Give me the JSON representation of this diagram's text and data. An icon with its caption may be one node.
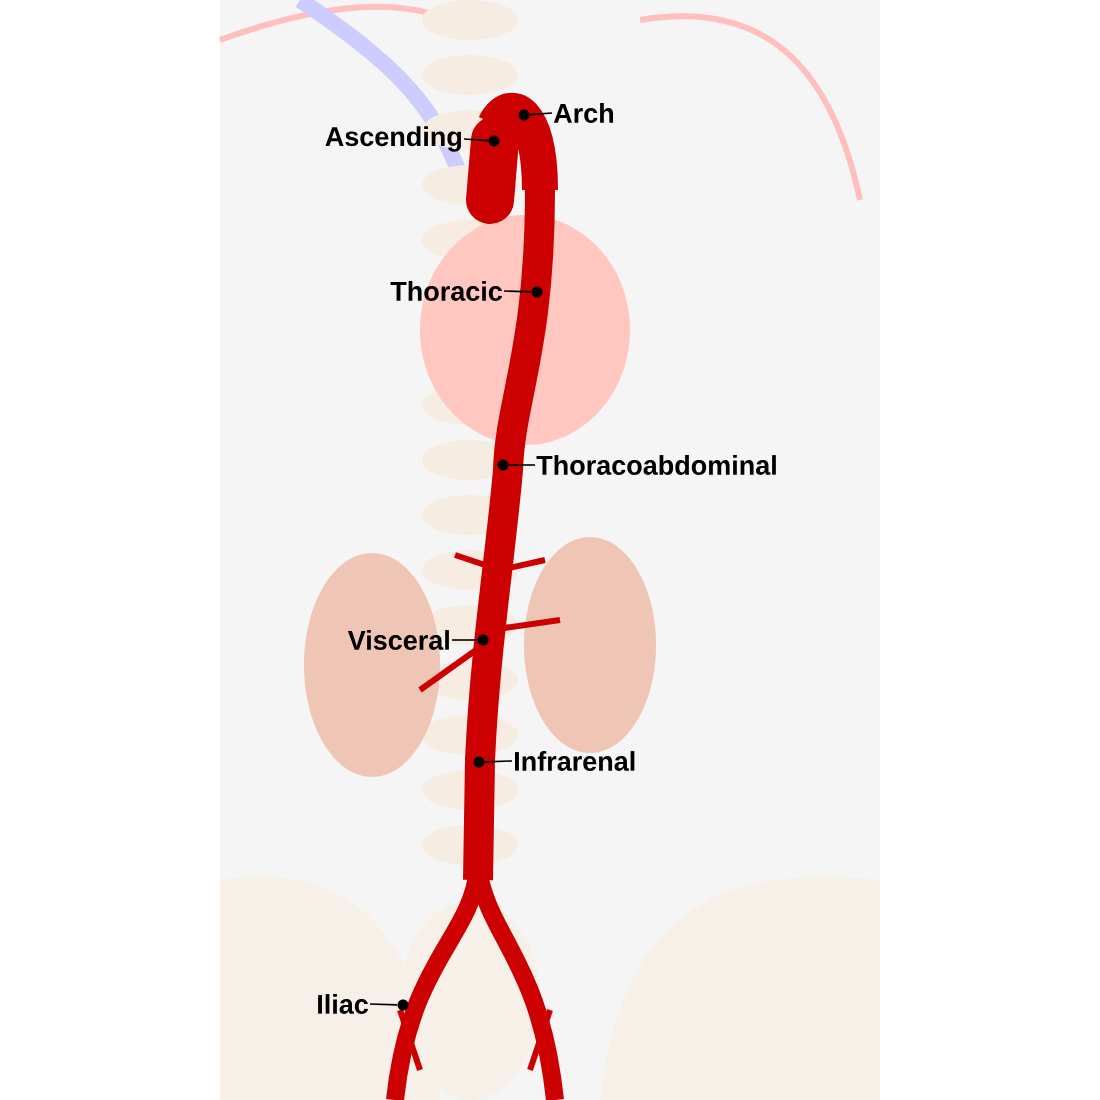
{
  "diagram": {
    "nodes": [
      {
        "text": [
          "Arch"
        ]
      },
      {
        "text": [
          "Ascending"
        ]
      },
      {
        "text": [
          "Thoracic"
        ]
      },
      {
        "text": [
          "Thoracoabdominal"
        ]
      },
      {
        "text": [
          "Visceral"
        ]
      },
      {
        "text": [
          "Infrarenal"
        ]
      },
      {
        "text": [
          "Iliac"
        ]
      },
      {
        "text": [],
        "shape": "circle"
      },
      {
        "text": [],
        "shape": "circle"
      },
      {
        "text": [],
        "shape": "circle"
      },
      {
        "text": [],
        "shape": "circle"
      },
      {
        "text": [],
        "shape": "circle"
      },
      {
        "text": [],
        "shape": "circle"
      },
      {
        "text": [],
        "shape": "circle"
      }
    ],
    "edges": [
      {
        "from": 0,
        "to": 7,
        "arrow": "none"
      },
      {
        "from": 1,
        "to": 8,
        "arrow": "none"
      },
      {
        "from": 2,
        "to": 9,
        "arrow": "none"
      },
      {
        "from": 3,
        "to": 10,
        "arrow": "none"
      },
      {
        "from": 4,
        "to": 11,
        "arrow": "none"
      },
      {
        "from": 5,
        "to": 12,
        "arrow": "none"
      },
      {
        "from": 6,
        "to": 13,
        "arrow": "none"
      }
    ]
  }
}
